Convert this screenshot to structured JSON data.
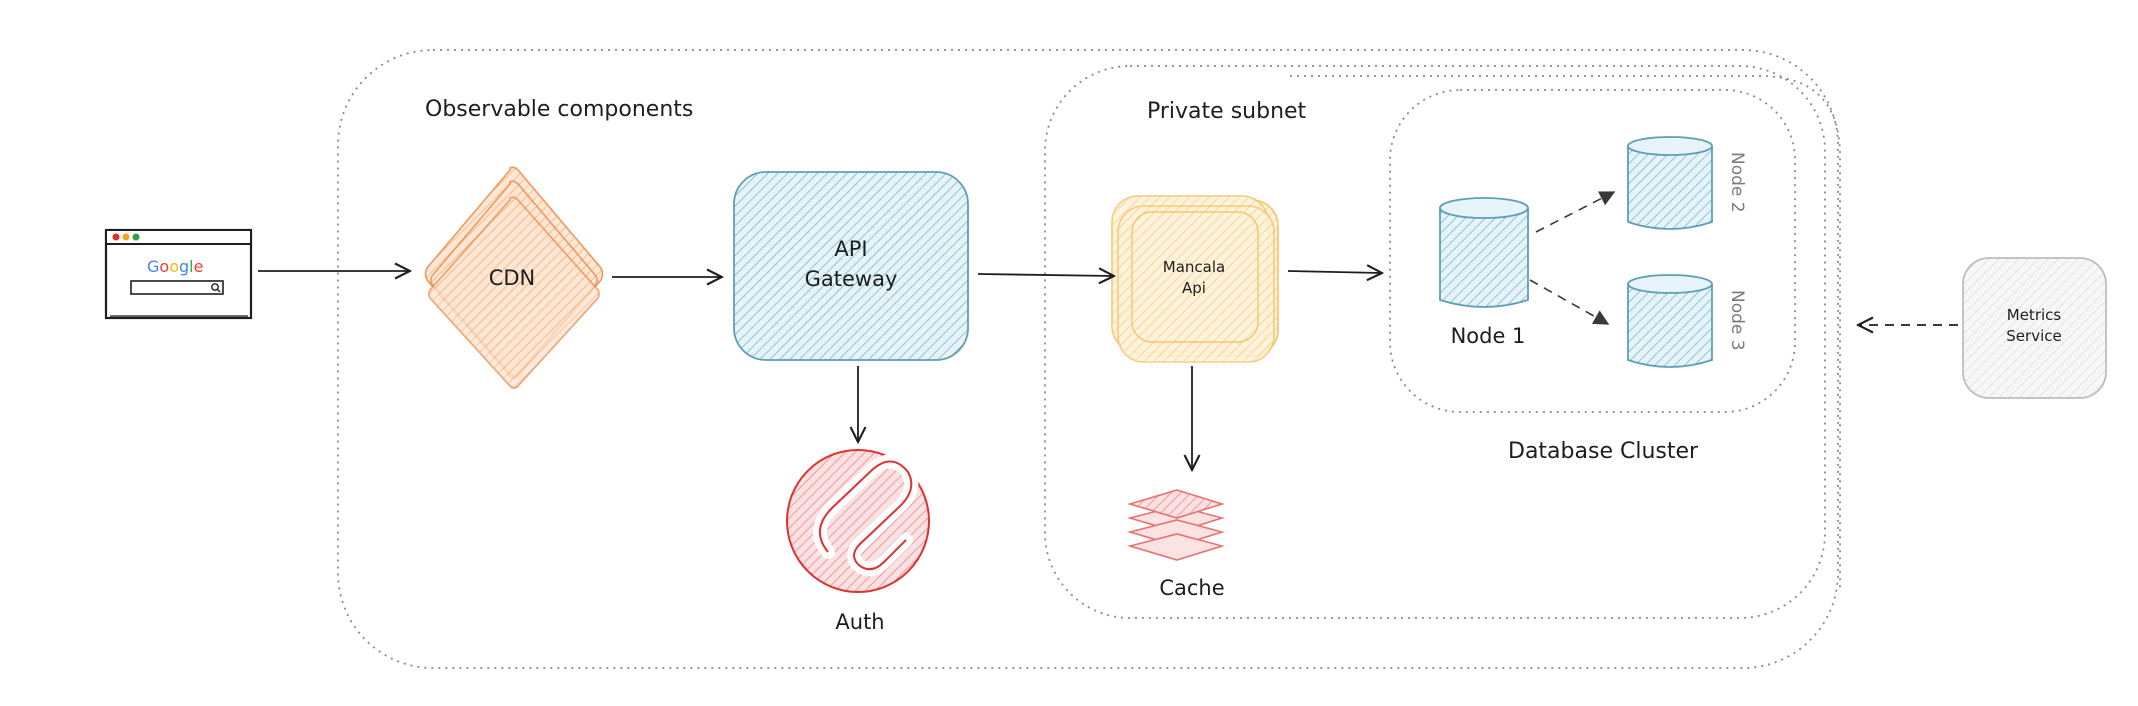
{
  "groups": {
    "observable": "Observable components",
    "private_subnet": "Private subnet",
    "database_cluster": "Database Cluster"
  },
  "nodes": {
    "cdn": "CDN",
    "api_gateway_line1": "API",
    "api_gateway_line2": "Gateway",
    "auth": "Auth",
    "mancala_line1": "Mancala",
    "mancala_line2": "Api",
    "cache": "Cache",
    "node1": "Node 1",
    "node2": "Node 2",
    "node3": "Node 3",
    "metrics_line1": "Metrics",
    "metrics_line2": "Service"
  },
  "browser": {
    "logo_letters": [
      "G",
      "o",
      "o",
      "g",
      "l",
      "e"
    ],
    "logo_colors": [
      "#4285F4",
      "#EA4335",
      "#FBBC05",
      "#4285F4",
      "#34A853",
      "#EA4335"
    ]
  },
  "colors": {
    "orange": "#f08c4a",
    "blue": "#8ec5d6",
    "blue_stroke": "#5f9fb5",
    "yellow": "#f5c56b",
    "red": "#e03131",
    "grey": "#bdbdbd",
    "ink": "#1e1e1e"
  }
}
